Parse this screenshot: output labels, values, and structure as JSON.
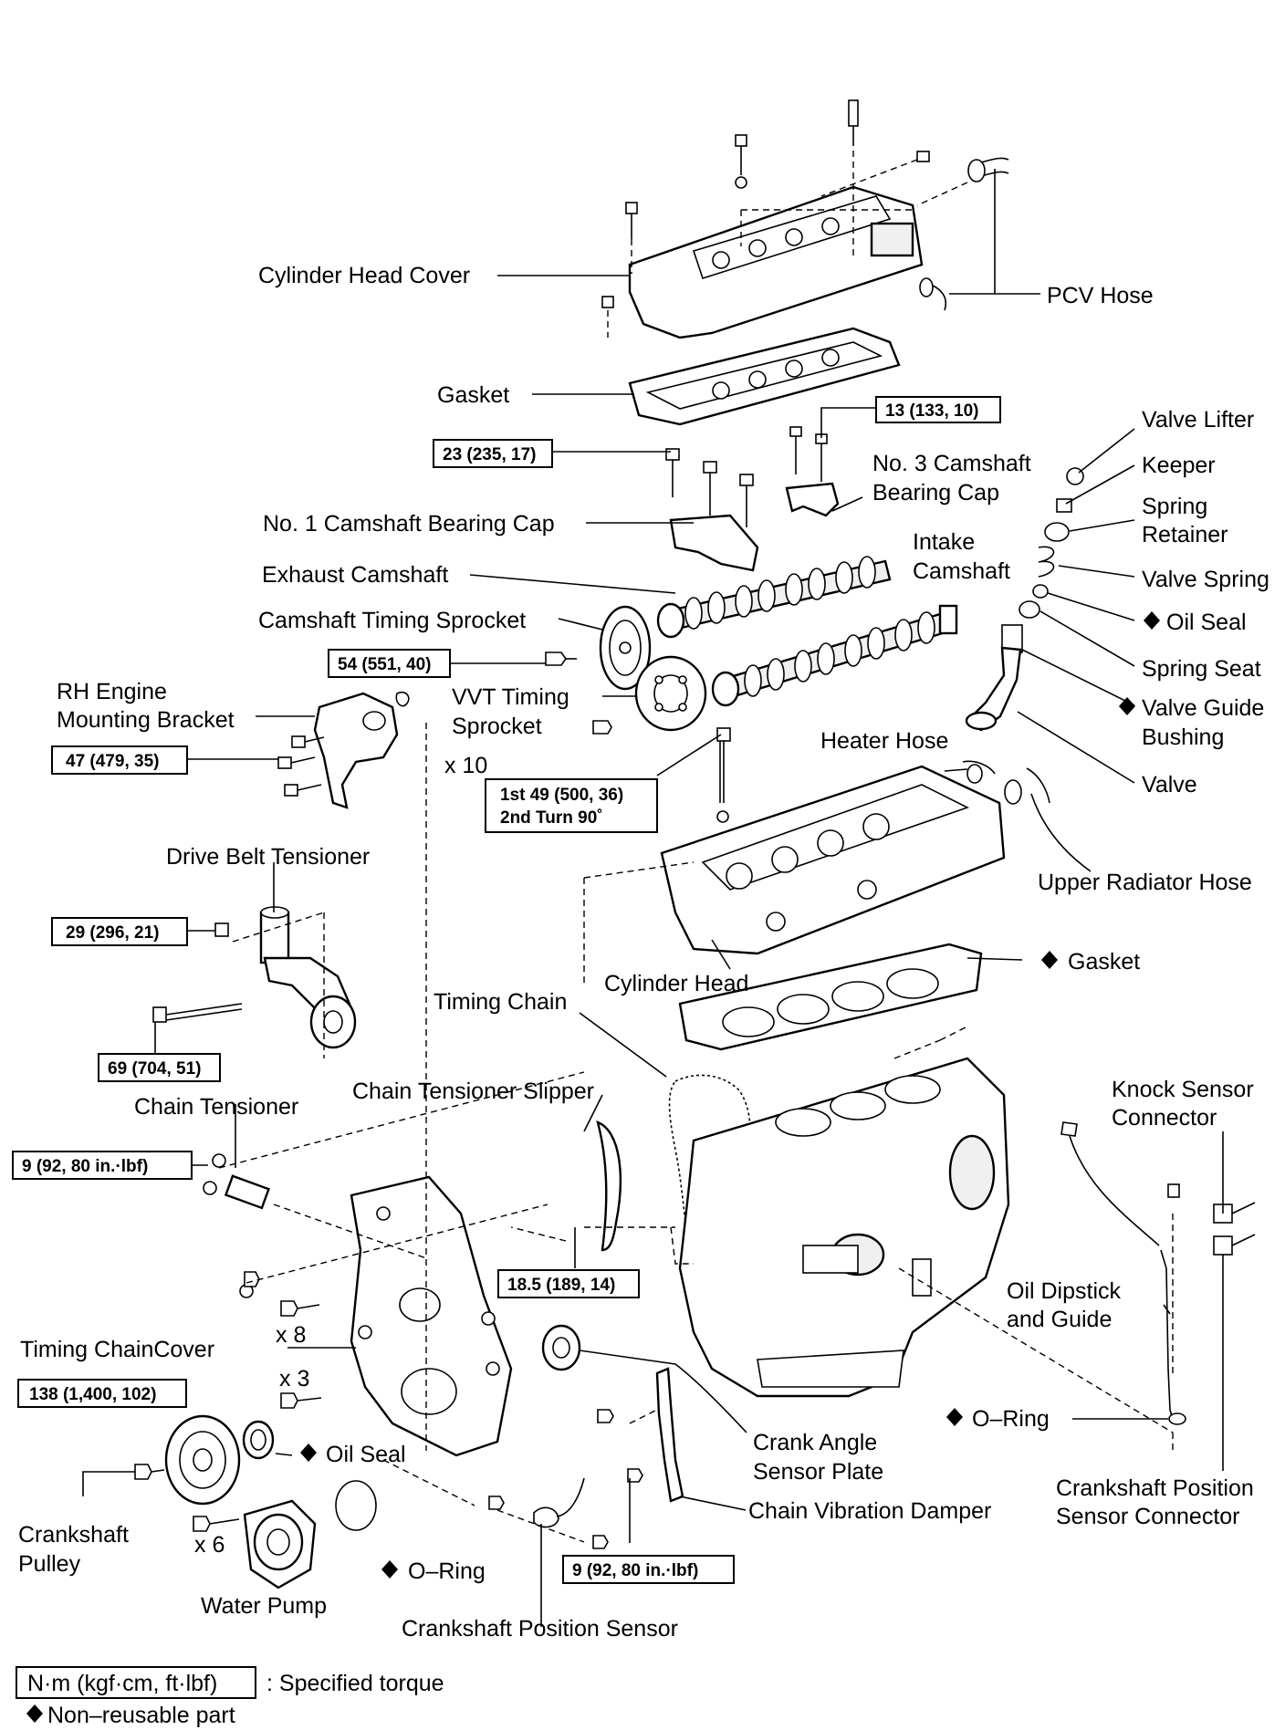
{
  "labels": {
    "cylinder_head_cover": "Cylinder Head Cover",
    "pcv_hose": "PCV Hose",
    "gasket_top": "Gasket",
    "no3_bearing_cap_l1": "No. 3 Camshaft",
    "no3_bearing_cap_l2": "Bearing Cap",
    "valve_lifter": "Valve Lifter",
    "keeper": "Keeper",
    "spring_retainer_l1": "Spring",
    "spring_retainer_l2": "Retainer",
    "valve_spring": "Valve Spring",
    "oil_seal_valve": "Oil Seal",
    "spring_seat": "Spring Seat",
    "valve_guide_l1": "Valve Guide",
    "valve_guide_l2": "Bushing",
    "valve": "Valve",
    "no1_bearing_cap": "No. 1 Camshaft Bearing Cap",
    "exhaust_camshaft": "Exhaust Camshaft",
    "intake_camshaft_l1": "Intake",
    "intake_camshaft_l2": "Camshaft",
    "camshaft_timing_sprocket": "Camshaft Timing Sprocket",
    "vvt_l1": "VVT Timing",
    "vvt_l2": "Sprocket",
    "rh_mount_l1": "RH Engine",
    "rh_mount_l2": "Mounting Bracket",
    "x10": "x 10",
    "heater_hose": "Heater Hose",
    "upper_radiator_hose": "Upper Radiator Hose",
    "drive_belt_tensioner": "Drive Belt Tensioner",
    "cylinder_head": "Cylinder Head",
    "gasket_head": "Gasket",
    "timing_chain": "Timing Chain",
    "chain_tensioner": "Chain Tensioner",
    "chain_tensioner_slipper": "Chain Tensioner Slipper",
    "knock_l1": "Knock Sensor",
    "knock_l2": "Connector",
    "oil_dipstick_l1": "Oil Dipstick",
    "oil_dipstick_l2": "and Guide",
    "x8": "x 8",
    "timing_chain_cover": "Timing ChainCover",
    "x3": "x 3",
    "o_ring_right": "O–Ring",
    "crank_angle_l1": "Crank Angle",
    "crank_angle_l2": "Sensor Plate",
    "oil_seal_cover": "Oil Seal",
    "ckp_conn_l1": "Crankshaft Position",
    "ckp_conn_l2": "Sensor Connector",
    "chain_vibration_damper": "Chain Vibration Damper",
    "crank_pulley_l1": "Crankshaft",
    "crank_pulley_l2": "Pulley",
    "x6": "x 6",
    "o_ring_bottom": "O–Ring",
    "water_pump": "Water Pump",
    "crankshaft_position_sensor": "Crankshaft Position Sensor"
  },
  "torques": {
    "t13": "13 (133, 10)",
    "t23": "23 (235, 17)",
    "t54": "54 (551, 40)",
    "t47": "47 (479, 35)",
    "t_head_l1": "1st 49 (500, 36)",
    "t_head_l2": "2nd Turn 90˚",
    "t29": "29 (296, 21)",
    "t69": "69 (704, 51)",
    "t9a": "9 (92, 80 in.·lbf)",
    "t185": "18.5 (189, 14)",
    "t138": "138 (1,400, 102)",
    "t9b": "9 (92, 80 in.·lbf)"
  },
  "legend": {
    "box_text": "N·m (kgf·cm, ft·lbf)",
    "box_meaning": ": Specified torque",
    "nonreusable": "Non–reusable part"
  }
}
